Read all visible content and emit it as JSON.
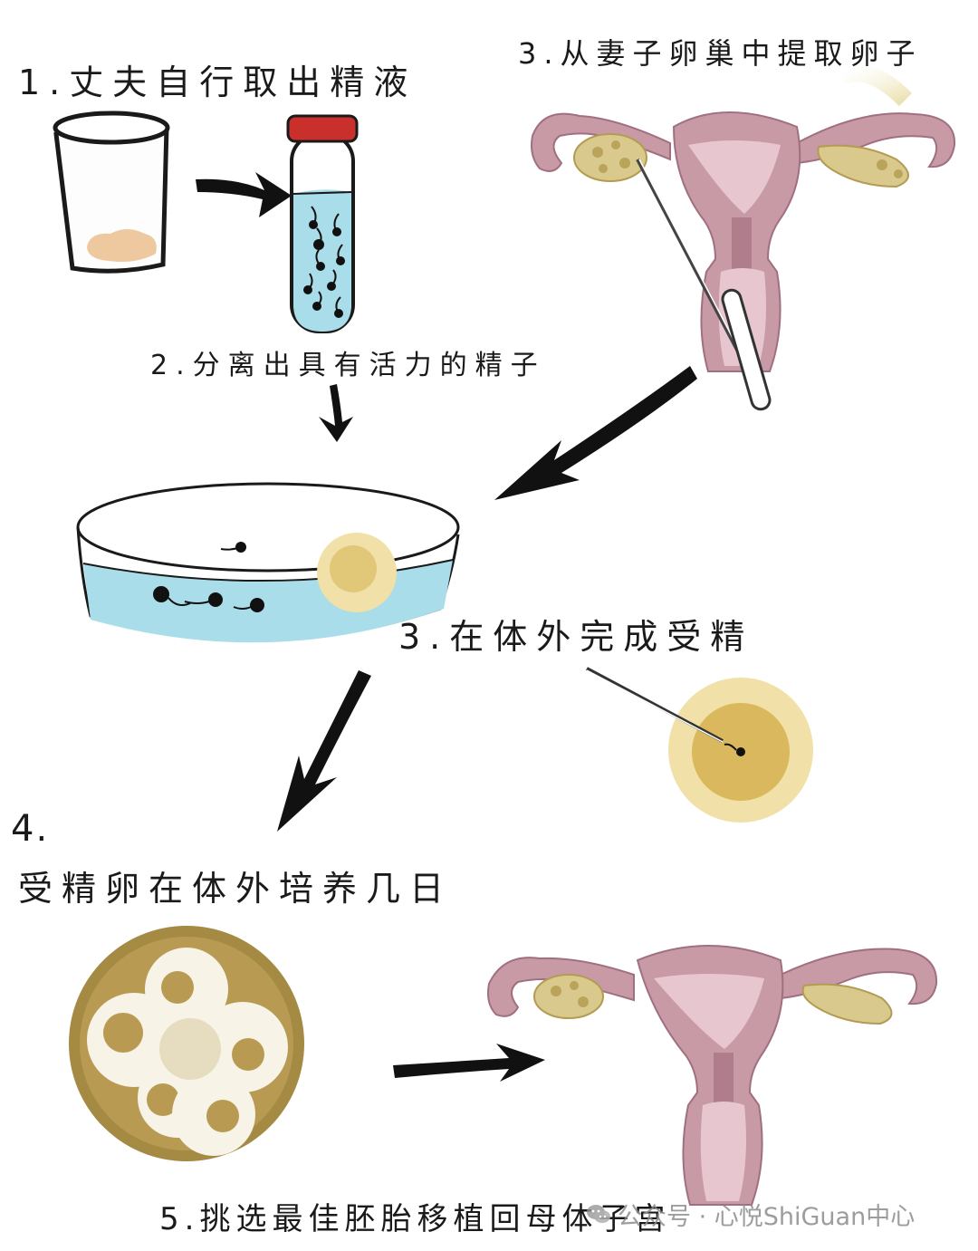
{
  "steps": {
    "step1": "1.丈夫自行取出精液",
    "step2": "2.分离出具有活力的精子",
    "step3_retrieve": "3.从妻子卵巢中提取卵子",
    "step3_fertilize": "3.在体外完成受精",
    "step4_number": "4.",
    "step4": "受精卵在体外培养几日",
    "step5": "5.挑选最佳胚胎移植回母体子宫"
  },
  "watermark": {
    "icon": "wechat-icon",
    "text": "公众号 · 心悦ShiGuan中心"
  },
  "colors": {
    "outline": "#1a1a1a",
    "uterus": "#c79aa6",
    "uterus_dark": "#b07d8c",
    "ovary": "#d9c98c",
    "water": "#a9dde9",
    "egg": "#e9cf86",
    "embryo_ring": "#a58a43",
    "tube_cap": "#c9302c"
  }
}
